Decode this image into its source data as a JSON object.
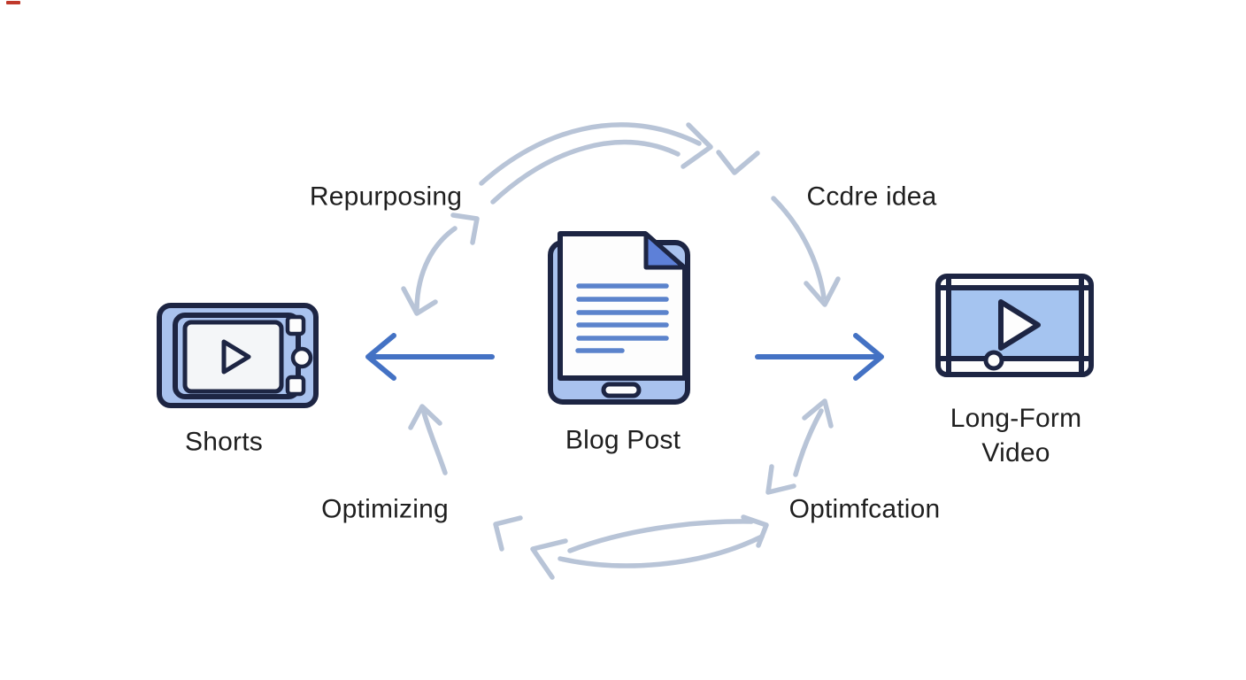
{
  "diagram": {
    "cycle_labels": {
      "top_left": "Repurposing",
      "top_right": "Ccdre idea",
      "bottom_left": "Optimizing",
      "bottom_right": "Optimfcation"
    },
    "nodes": {
      "left": {
        "label": "Shorts",
        "icon": "shorts-device-icon"
      },
      "center": {
        "label": "Blog Post",
        "icon": "blog-post-document-icon"
      },
      "right": {
        "label_line1": "Long-Form",
        "label_line2": "Video",
        "icon": "long-form-video-player-icon"
      }
    },
    "colors": {
      "background": "#ffffff",
      "solid_arrow_blue": "#4472c4",
      "sketch_arrow_gray": "#b8c4d7",
      "icon_outline_navy": "#1d2543",
      "icon_fill_blue": "#a9c2ee",
      "icon_screen_blue": "#a5c4f0",
      "fold_blue": "#5d80d8",
      "doc_line_blue": "#5b83cc",
      "screen_white": "#f4f6f8",
      "label_text": "#1f1f1f",
      "corner_mark_red": "#c0392b"
    }
  }
}
